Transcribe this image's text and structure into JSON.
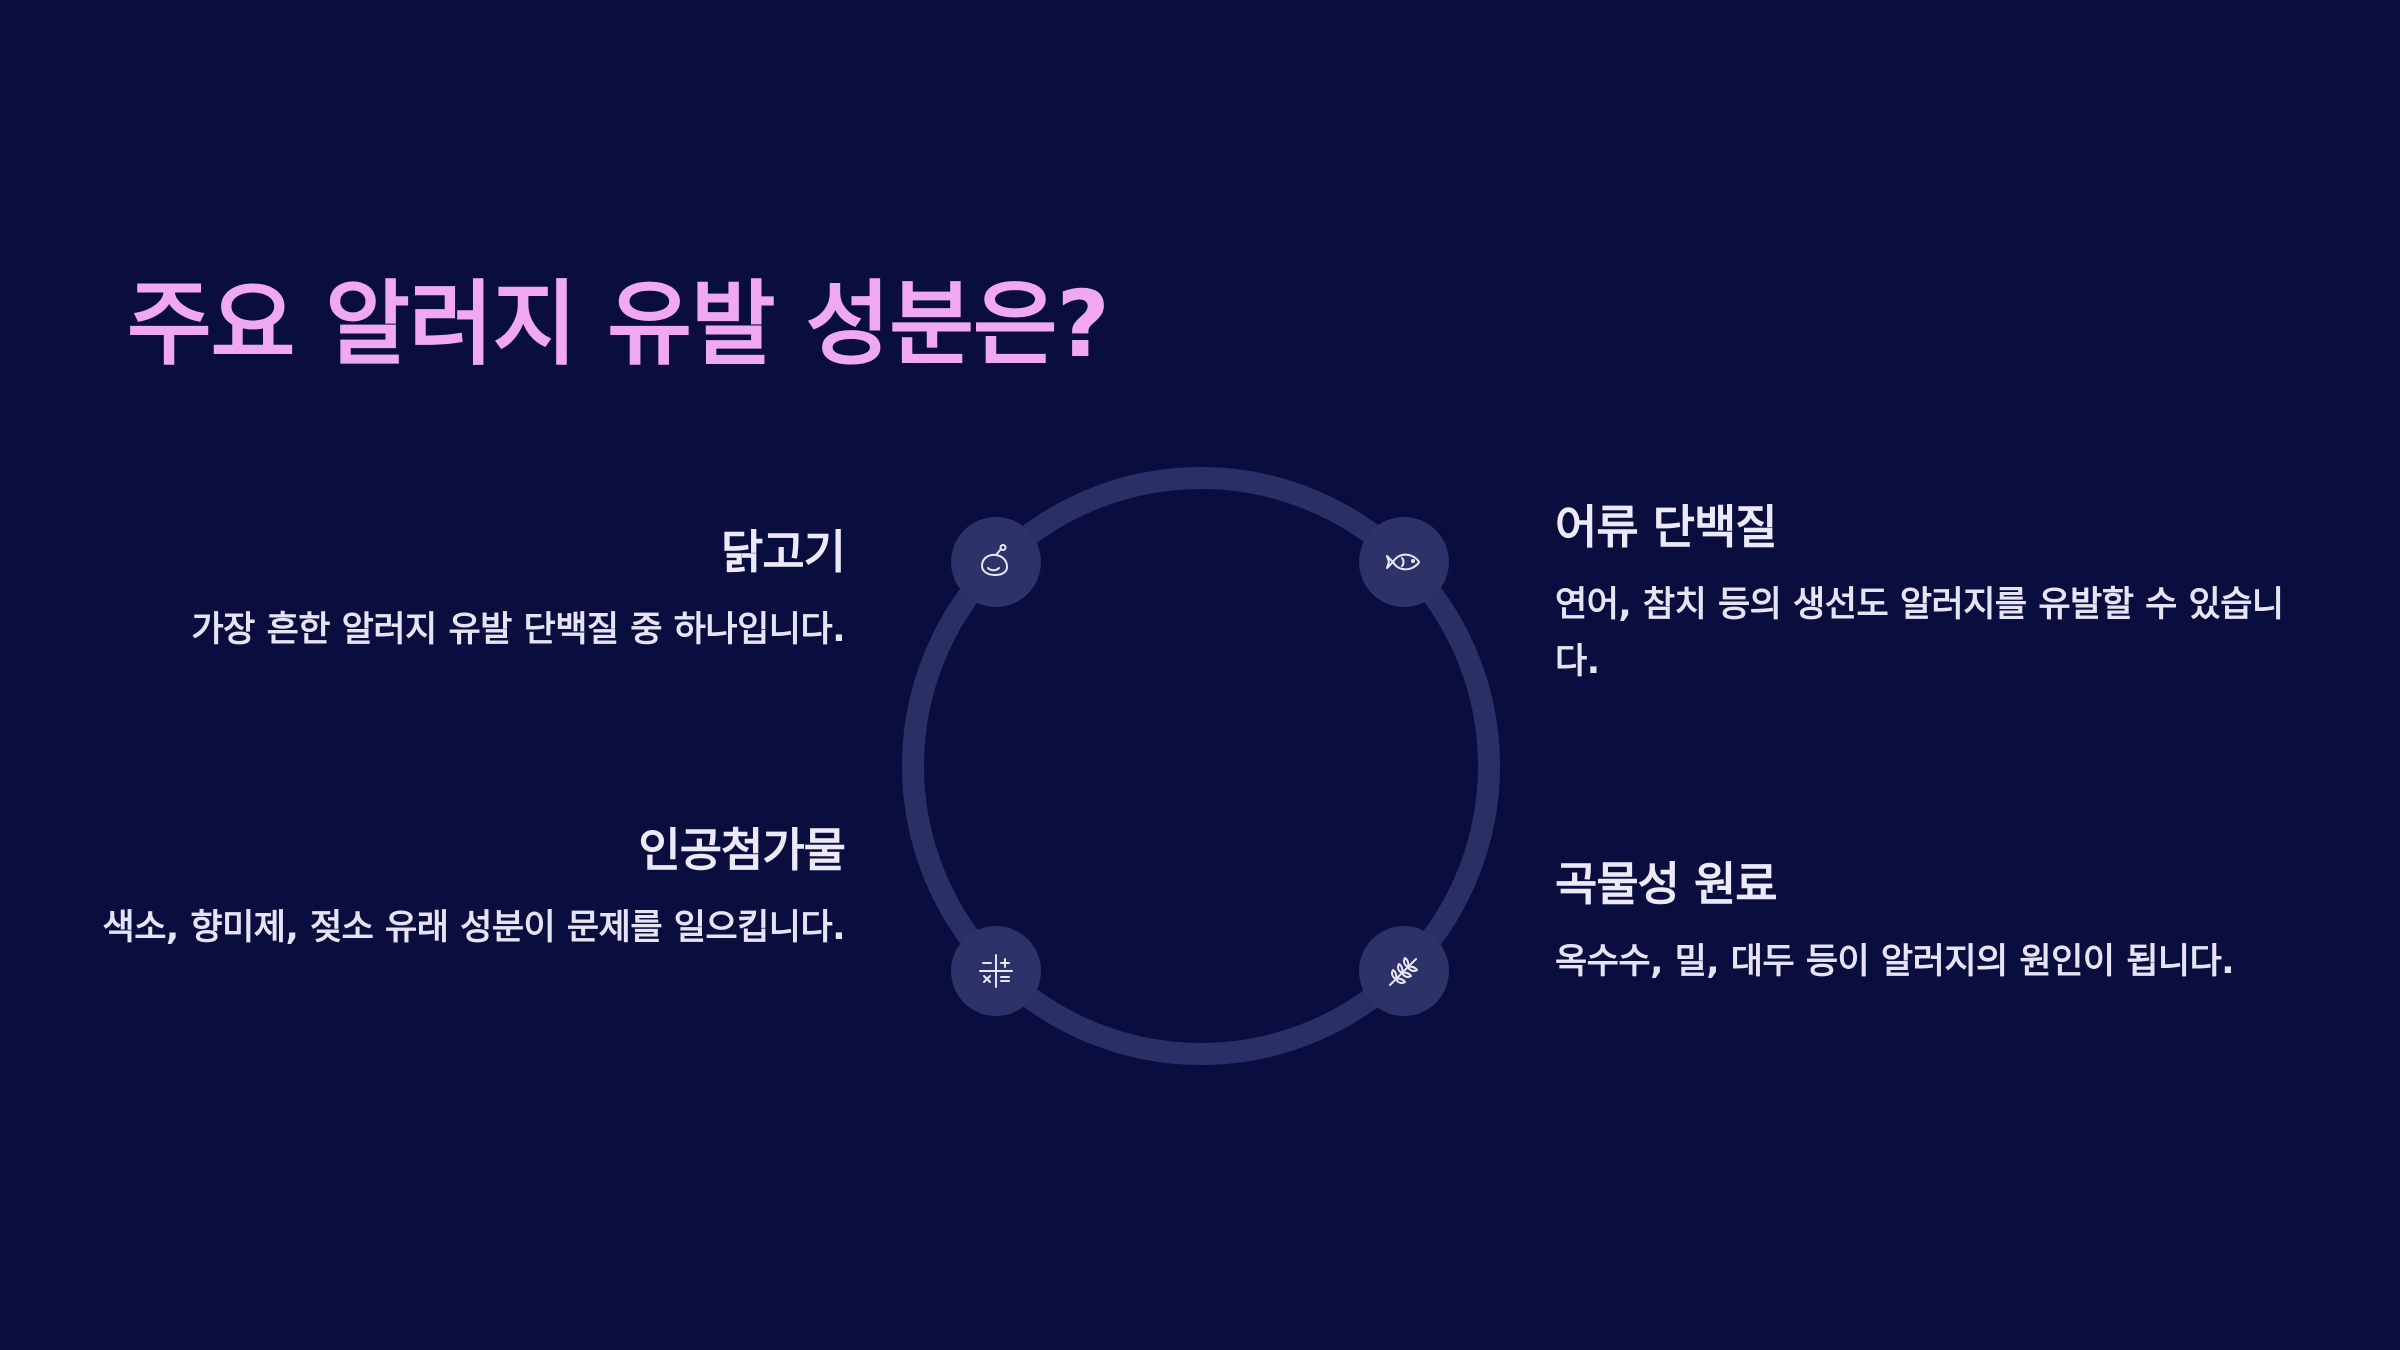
{
  "title": "주요 알러지 유발 성분은?",
  "items": {
    "chicken": {
      "title": "닭고기",
      "description": "가장 흔한 알러지 유발 단백질 중 하나입니다.",
      "icon": "chicken-icon"
    },
    "fish": {
      "title": "어류 단백질",
      "description": "연어, 참치 등의 생선도 알러지를 유발할 수 있습니다.",
      "icon": "fish-icon"
    },
    "additive": {
      "title": "인공첨가물",
      "description": "색소, 향미제, 젖소 유래 성분이 문제를 일으킵니다.",
      "icon": "calculator-icon"
    },
    "grain": {
      "title": "곡물성 원료",
      "description": "옥수수, 밀, 대두 등이 알러지의 원인이 됩니다.",
      "icon": "wheat-icon"
    }
  },
  "colors": {
    "background": "#0a0e3f",
    "title": "#f0a8f5",
    "text": "#eceaf8",
    "ring": "#2a2f66",
    "node": "#2d3268"
  }
}
